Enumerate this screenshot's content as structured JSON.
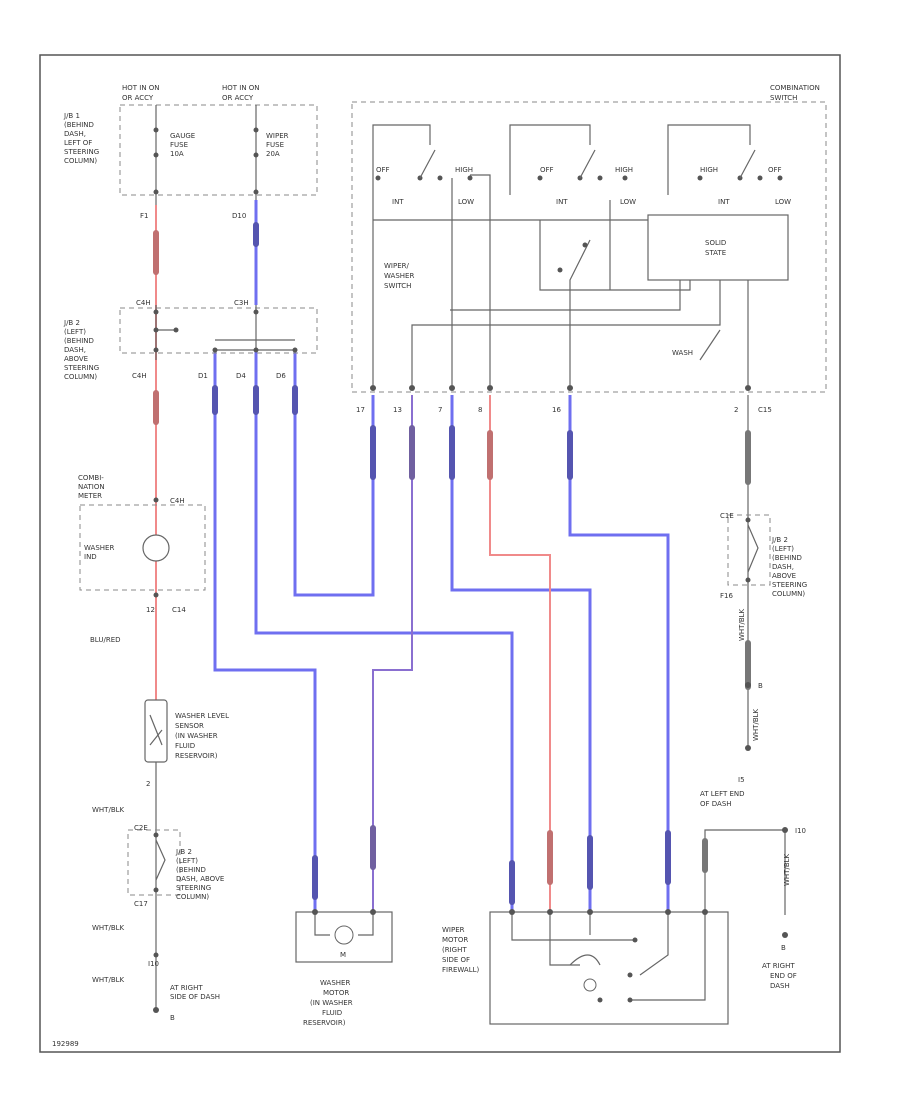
{
  "colors": {
    "wire_blue": "#6f6ff0",
    "wire_red": "#f08a8a",
    "wire_black": "#666666",
    "frame": "#555555"
  },
  "fuses": {
    "left_header": "HOT IN ON",
    "left_header2": "OR ACCY",
    "right_header": "HOT IN ON",
    "right_header2": "OR ACCY",
    "jb_label": [
      "J/B 1",
      "(BEHIND",
      "DASH,",
      "LEFT OF",
      "STEERING",
      "COLUMN)"
    ],
    "gauge_fuse": [
      "GAUGE",
      "FUSE",
      "10A"
    ],
    "wiper_fuse": [
      "WIPER",
      "FUSE",
      "20A"
    ],
    "conn_left": "F1",
    "conn_right": "D10"
  },
  "combination_switch": {
    "title": [
      "COMBINATION",
      "SWITCH"
    ],
    "wiper_washer_switch": [
      "WIPER/",
      "WASHER",
      "SWITCH"
    ],
    "solid_state": [
      "SOLID",
      "STATE"
    ],
    "washer": "WASH",
    "pos_off": "OFF",
    "pos_int": "INT",
    "pos_low": "LOW",
    "pos_high": "HIGH",
    "pin_labels": [
      "17",
      "13",
      "7",
      "8",
      "16",
      "2"
    ],
    "conn_right": "C15"
  },
  "jb2_top": {
    "label": [
      "J/B 2",
      "(LEFT)",
      "(BEHIND",
      "DASH,",
      "ABOVE",
      "STEERING",
      "COLUMN)"
    ],
    "pins": [
      "C4H",
      "D1",
      "D4",
      "D6",
      "C3H"
    ]
  },
  "combination_meter": {
    "label": [
      "COMBI-",
      "NATION",
      "METER"
    ],
    "indicator": [
      "WASHER",
      "IND"
    ],
    "pin_top": "C4H",
    "pin_bottom": "12",
    "conn": "C14",
    "wire_color": "BLU/RED"
  },
  "washer_level_sensor": {
    "label": [
      "WASHER LEVEL",
      "SENSOR",
      "(IN WASHER",
      "FLUID",
      "RESERVOIR)"
    ],
    "pin_bottom": "2",
    "wire_color": "WHT/BLK"
  },
  "jb2_bottom": {
    "label": [
      "J/B 2",
      "(LEFT)",
      "(BEHIND",
      "DASH, ABOVE",
      "STEERING",
      "COLUMN)"
    ],
    "pin_top": "C2E",
    "pin_bottom": "C17",
    "wire_color": "WHT/BLK",
    "ground_conn": "I10",
    "ground_wire": "WHT/BLK",
    "ground_label": [
      "AT RIGHT",
      "SIDE OF DASH"
    ],
    "ground_id": "B"
  },
  "jb2_right": {
    "label": [
      "J/B 2",
      "(LEFT)",
      "(BEHIND",
      "DASH,",
      "ABOVE",
      "STEERING",
      "COLUMN)"
    ],
    "pin_top": "C1E",
    "pin_bottom": "F16",
    "wire_color": "WHT/BLK",
    "splice": "B",
    "ground_wire": "WHT/BLK",
    "ground_conn": "I5",
    "ground_label": [
      "AT LEFT END",
      "OF DASH"
    ]
  },
  "right_ground": {
    "conn": "I10",
    "wire_color": "WHT/BLK",
    "label": [
      "AT RIGHT",
      "END OF",
      "DASH"
    ],
    "id": "B"
  },
  "washer_motor": {
    "label": [
      "WASHER",
      "MOTOR",
      "(IN WASHER",
      "FLUID",
      "RESERVOIR)"
    ],
    "symbol": "M"
  },
  "wiper_motor": {
    "label": [
      "WIPER",
      "MOTOR",
      "(RIGHT",
      "SIDE OF",
      "FIREWALL)"
    ]
  },
  "footer_code": "192989"
}
